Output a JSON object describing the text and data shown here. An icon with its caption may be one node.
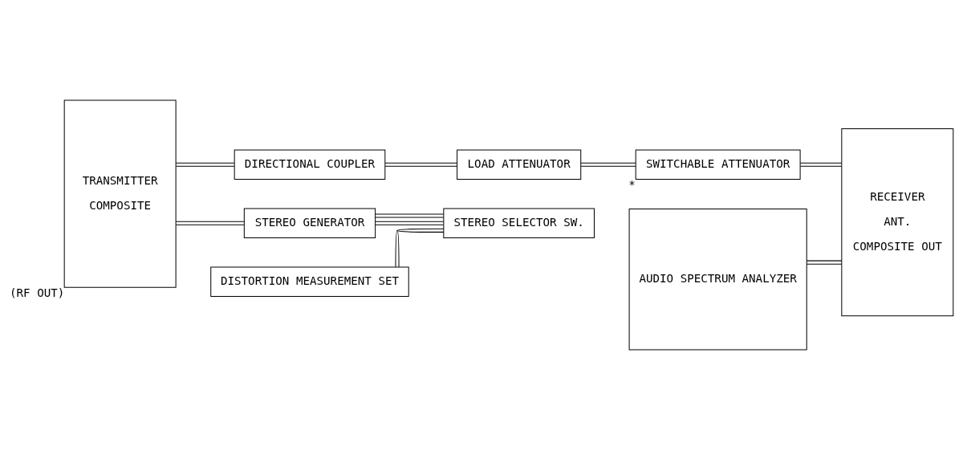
{
  "diagram": {
    "nodes": [
      {
        "text": [
          "TRANSMITTER",
          "COMPOSITE"
        ],
        "beside": [
          "(RF OUT)"
        ]
      },
      {
        "text": [
          "DIRECTIONAL COUPLER"
        ]
      },
      {
        "text": [
          "LOAD ATTENUATOR"
        ]
      },
      {
        "text": [
          "SWITCHABLE ATTENUATOR"
        ],
        "beside": [
          "*"
        ]
      },
      {
        "text": [
          "RECEIVER",
          "ANT.",
          "COMPOSITE OUT"
        ]
      },
      {
        "text": [
          "STEREO GENERATOR"
        ]
      },
      {
        "text": [
          "STEREO SELECTOR SW."
        ]
      },
      {
        "text": [
          "DISTORTION MEASUREMENT SET"
        ]
      },
      {
        "text": [
          "AUDIO SPECTRUM ANALYZER"
        ]
      }
    ],
    "edges": [
      {
        "from": 0,
        "to": 1,
        "arrow": "none"
      },
      {
        "from": 1,
        "to": 2,
        "arrow": "none"
      },
      {
        "from": 2,
        "to": 3,
        "arrow": "none"
      },
      {
        "from": 3,
        "to": 4,
        "arrow": "none"
      },
      {
        "from": 0,
        "to": 5,
        "arrow": "none"
      },
      {
        "from": 5,
        "to": 6,
        "arrow": "none"
      },
      {
        "from": 5,
        "to": 6,
        "arrow": "none"
      },
      {
        "from": 6,
        "to": 7,
        "arrow": "none"
      },
      {
        "from": 4,
        "to": 8,
        "arrow": "none"
      }
    ]
  }
}
